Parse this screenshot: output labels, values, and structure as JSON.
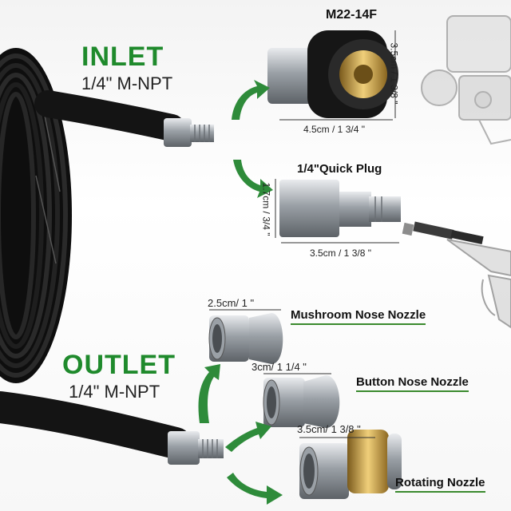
{
  "inlet": {
    "title": "INLET",
    "thread": "1/4\" M-NPT"
  },
  "outlet": {
    "title": "OUTLET",
    "thread": "1/4\" M-NPT"
  },
  "fittings": {
    "m22": {
      "label": "M22-14F",
      "width": "4.5cm / 1 3/4 \"",
      "height": "3.5cm / 1 3/8 \""
    },
    "quick_plug": {
      "label": "1/4\"Quick Plug",
      "width": "3.5cm / 1 3/8 \"",
      "height": "1.7cm / 3/4 \""
    }
  },
  "nozzles": [
    {
      "label": "Mushroom Nose Nozzle",
      "size": "2.5cm/ 1 \""
    },
    {
      "label": "Button Nose Nozzle",
      "size": "3cm/ 1 1/4 \""
    },
    {
      "label": "Rotating Nozzle",
      "size": "3.5cm/ 1 3/8 \""
    }
  ],
  "colors": {
    "green": "#1f8a2c",
    "arrow": "#2e8b3a",
    "hose": "#151515",
    "steel": "#b8bcc2",
    "brass": "#c9a24a"
  }
}
